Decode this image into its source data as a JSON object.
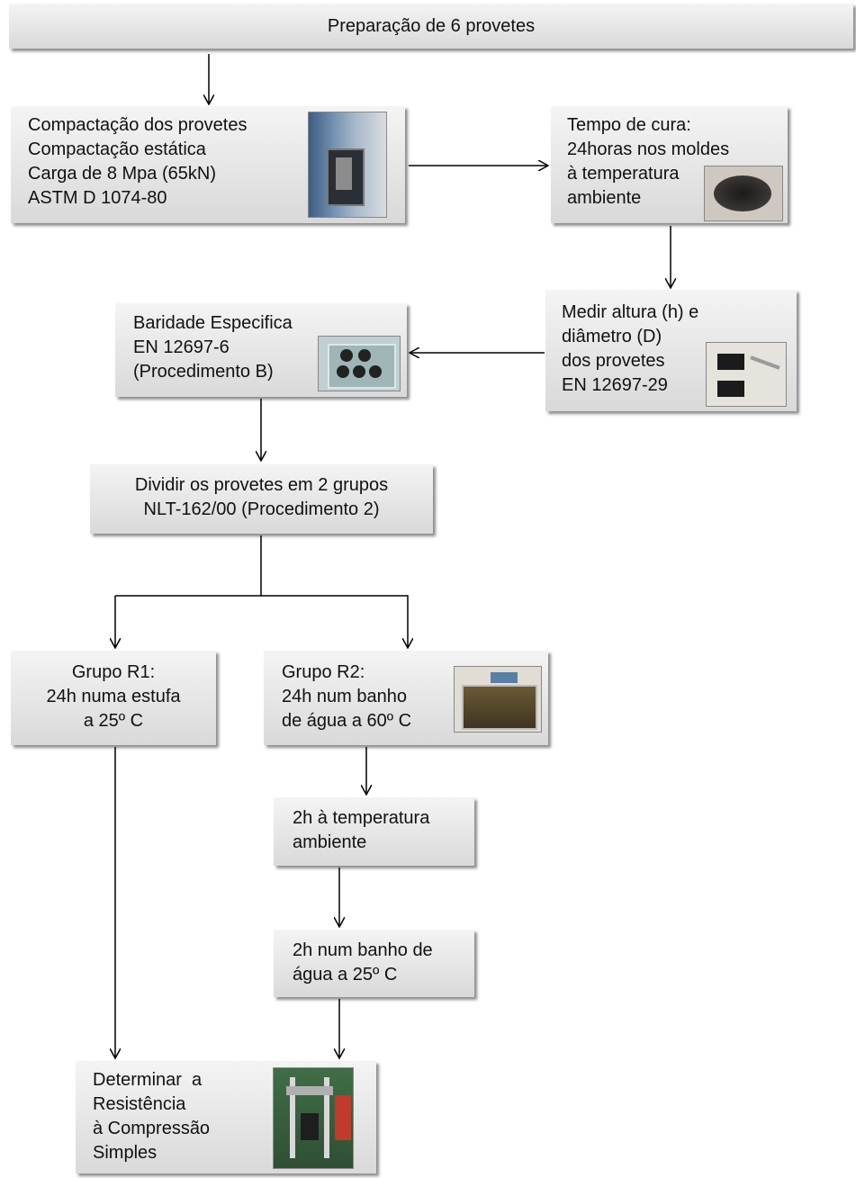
{
  "diagram": {
    "header": {
      "text": "Preparação de 6 provetes"
    },
    "steps": {
      "compaction": {
        "lines": [
          "Compactação dos provetes",
          "Compactação estática",
          "Carga de 8 Mpa (65kN)",
          "ASTM D 1074-80"
        ]
      },
      "curing": {
        "lines": [
          "Tempo de cura:",
          "24horas nos moldes",
          "à temperatura",
          "ambiente"
        ]
      },
      "measure": {
        "lines": [
          "Medir altura (h) e",
          "diâmetro (D)",
          "dos provetes",
          "EN 12697-29"
        ]
      },
      "density": {
        "lines": [
          "Baridade Especifica",
          "EN 12697-6",
          "(Procedimento B)"
        ]
      },
      "divide": {
        "lines": [
          "Dividir os provetes em 2 grupos",
          "NLT-162/00 (Procedimento 2)"
        ]
      },
      "group_r1": {
        "lines": [
          "Grupo R1:",
          "24h numa estufa",
          "a 25º C"
        ]
      },
      "group_r2": {
        "lines": [
          "Grupo R2:",
          "24h num banho",
          "de água a 60º C"
        ]
      },
      "ambient_2h": {
        "lines": [
          "2h à temperatura",
          "ambiente"
        ]
      },
      "bath_2h": {
        "lines": [
          "2h num banho de",
          "água a 25º C"
        ]
      },
      "compression": {
        "lines": [
          "Determinar  a",
          "Resistência",
          "à Compressão",
          "Simples"
        ]
      }
    },
    "photos": [
      "compaction-machine",
      "cured-specimen-mold",
      "caliper-measurement",
      "specimens-in-water-tray",
      "water-bath-tank",
      "compression-test-press"
    ],
    "colors": {
      "box_top": "#f4f4f4",
      "box_bottom": "#d9d9d9",
      "arrow": "#000000"
    }
  }
}
